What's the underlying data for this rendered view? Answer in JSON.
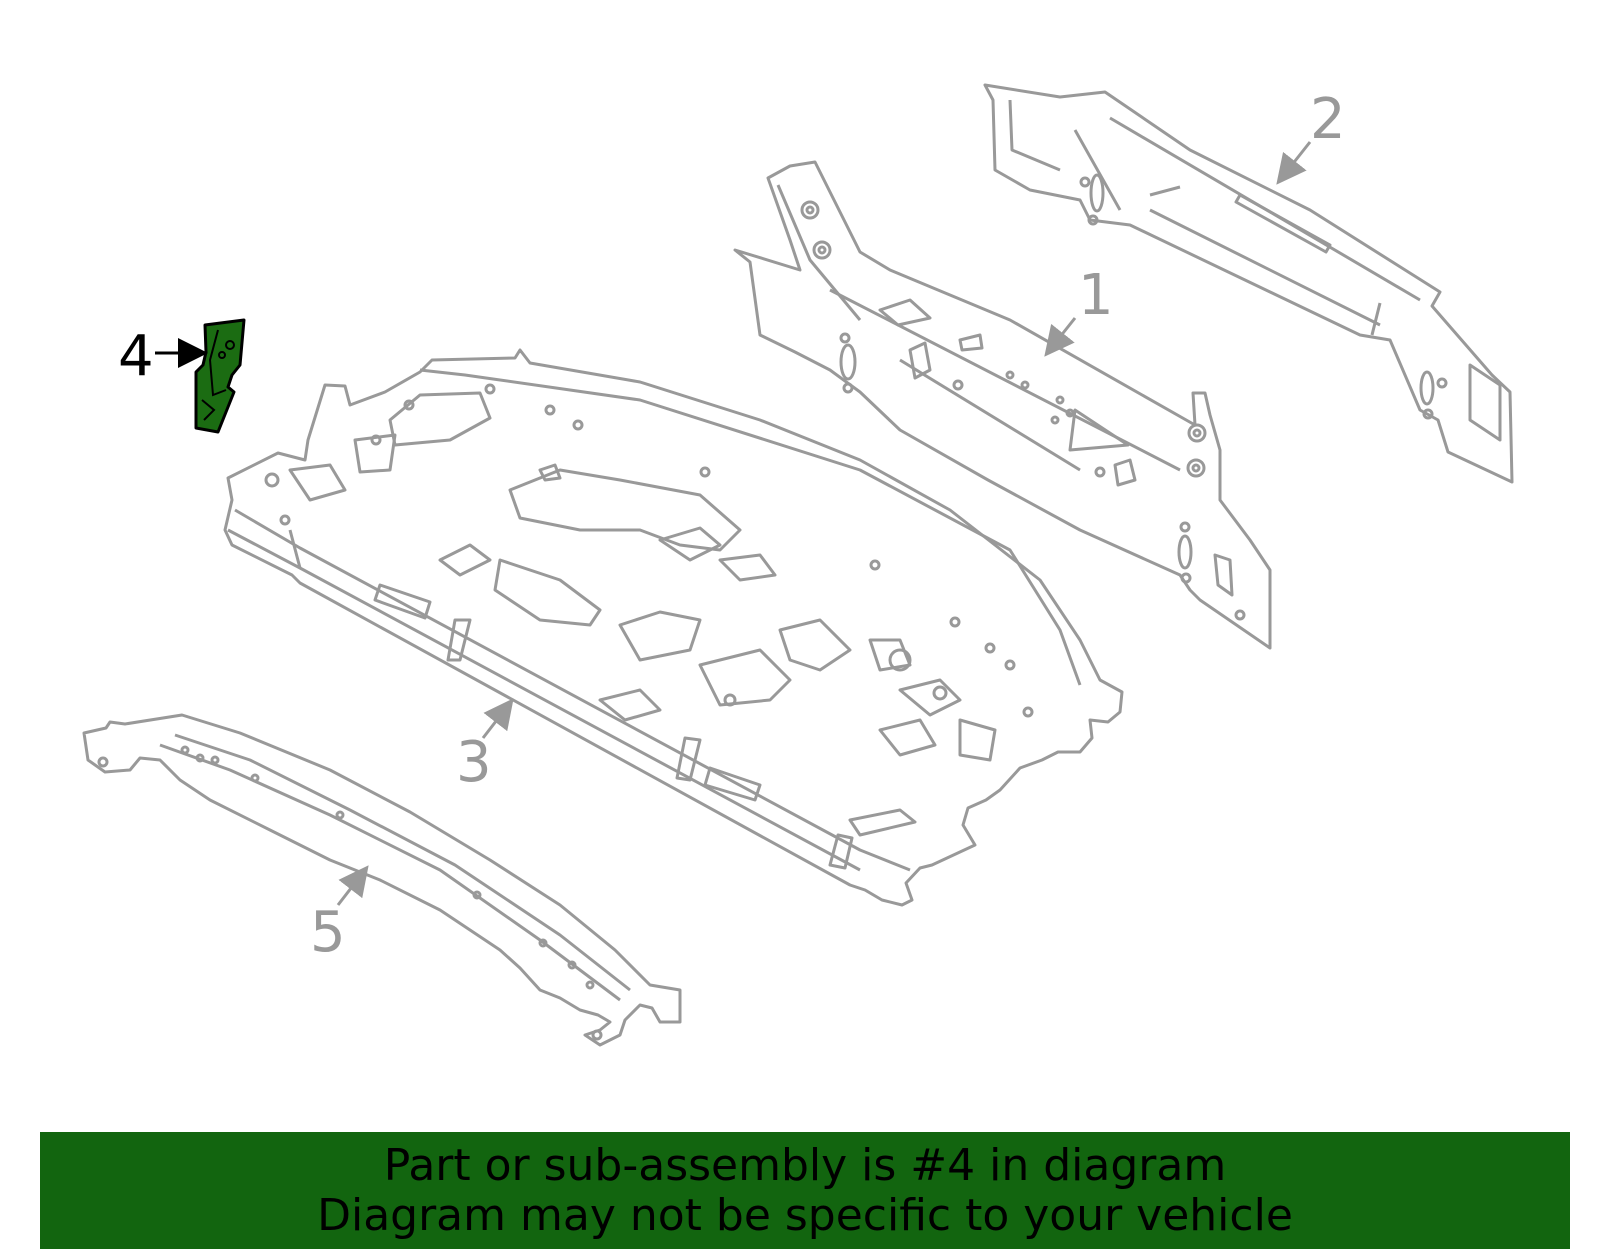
{
  "callouts": {
    "one": "1",
    "two": "2",
    "three": "3",
    "four": "4",
    "five": "5"
  },
  "highlighted_part": "4",
  "colors": {
    "outline": "#999999",
    "highlight_fill": "#1b6c12",
    "banner_bg": "#12650f",
    "text": "#000000"
  },
  "banner": {
    "line1": "Part or sub-assembly is #4 in diagram",
    "line2": "Diagram may not be specific to your vehicle"
  }
}
